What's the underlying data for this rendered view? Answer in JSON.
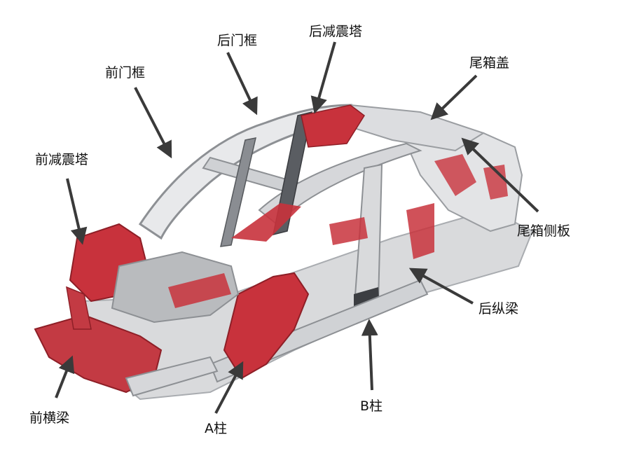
{
  "labels": {
    "front_cross_beam": "前横梁",
    "front_shock_tower": "前减震塔",
    "front_door_frame": "前门框",
    "rear_door_frame": "后门框",
    "rear_shock_tower": "后减震塔",
    "trunk_lid": "尾箱盖",
    "trunk_side_panel": "尾箱侧板",
    "rear_longitudinal_beam": "后纵梁",
    "b_pillar": "B柱",
    "a_pillar": "A柱"
  },
  "colors": {
    "body_steel": "#d9dadc",
    "body_steel_dark": "#a9acb0",
    "high_strength_red": "#c8323c",
    "arrow": "#3a3a3a"
  }
}
